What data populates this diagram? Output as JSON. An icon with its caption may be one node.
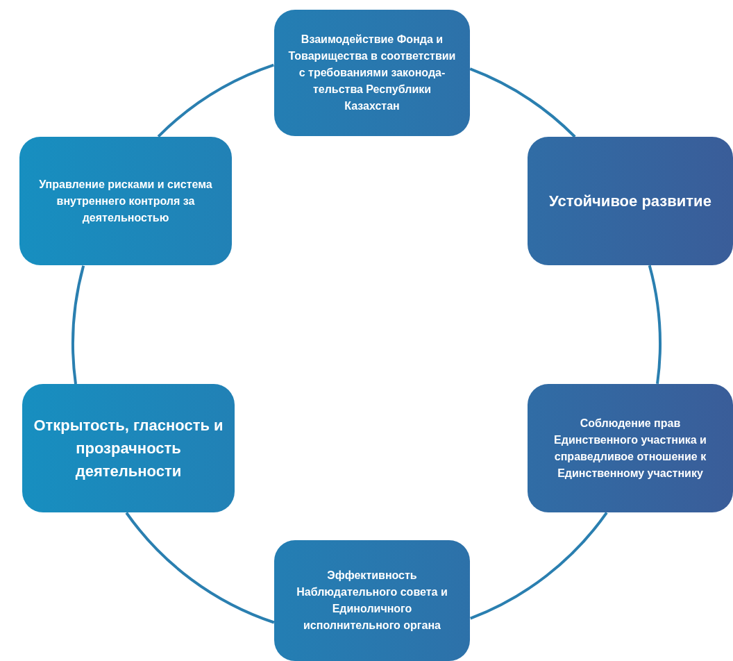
{
  "diagram": {
    "nodes": [
      {
        "text": [
          "Взаимодействие Фонда и Товарищества в соответствии с требованиями законода-тельства Республики Казахстан"
        ]
      },
      {
        "text": [
          "Устойчивое развитие"
        ]
      },
      {
        "text": [
          "Соблюдение прав Единственного участника и справедливое отношение к Единственному участнику"
        ]
      },
      {
        "text": [
          "Эффективность Наблюдательного совета и Единоличного исполнительного органа"
        ]
      },
      {
        "text": [
          "Открытость, гласность и прозрачность деятельности"
        ]
      },
      {
        "text": [
          "Управление рисками и система внутреннего контроля за деятельностью"
        ]
      }
    ],
    "edges": [
      {
        "from": 0,
        "to": 1,
        "arrow": "none"
      },
      {
        "from": 1,
        "to": 2,
        "arrow": "none"
      },
      {
        "from": 2,
        "to": 3,
        "arrow": "none"
      },
      {
        "from": 3,
        "to": 4,
        "arrow": "none"
      },
      {
        "from": 4,
        "to": 5,
        "arrow": "none"
      },
      {
        "from": 5,
        "to": 0,
        "arrow": "none"
      }
    ]
  }
}
